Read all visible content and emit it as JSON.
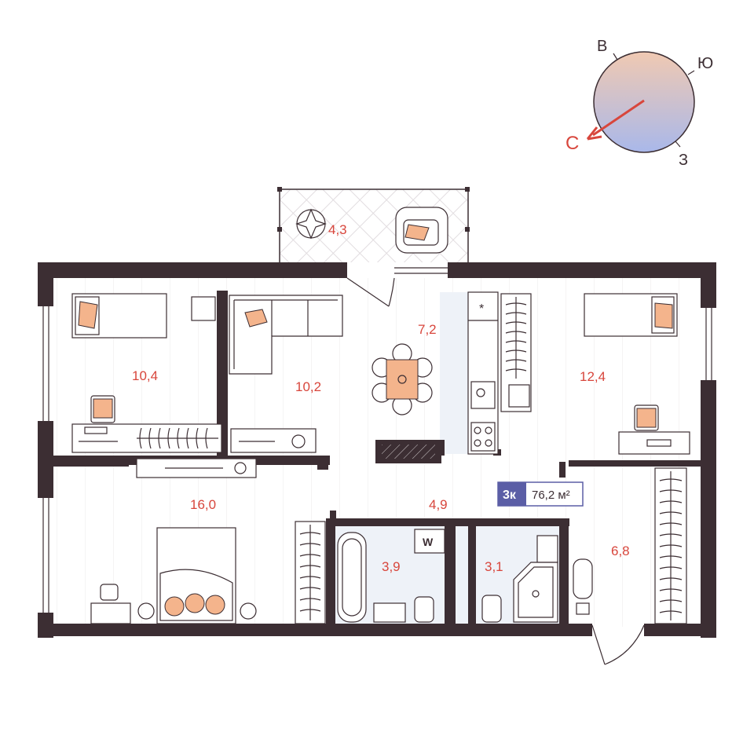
{
  "compass": {
    "east": "В",
    "south": "Ю",
    "west": "З",
    "north": "С",
    "north_color": "#d8463c"
  },
  "rooms": {
    "balcony": "4,3",
    "bedroom_top_left": "10,4",
    "living_room": "10,2",
    "kitchen": "7,2",
    "bedroom_top_right": "12,4",
    "bedroom_master": "16,0",
    "hall": "4,9",
    "bathroom": "3,9",
    "shower_room": "3,1",
    "wardrobe": "6,8"
  },
  "labels": {
    "washer": "W",
    "fridge": "*"
  },
  "badge": {
    "rooms": "3к",
    "area": "76,2 м²"
  },
  "colors": {
    "wall": "#3c2e33",
    "accent": "#d8463c",
    "badge": "#5b5ea6",
    "pillow": "#f4b48c",
    "wet_zone": "#eef2f8"
  }
}
